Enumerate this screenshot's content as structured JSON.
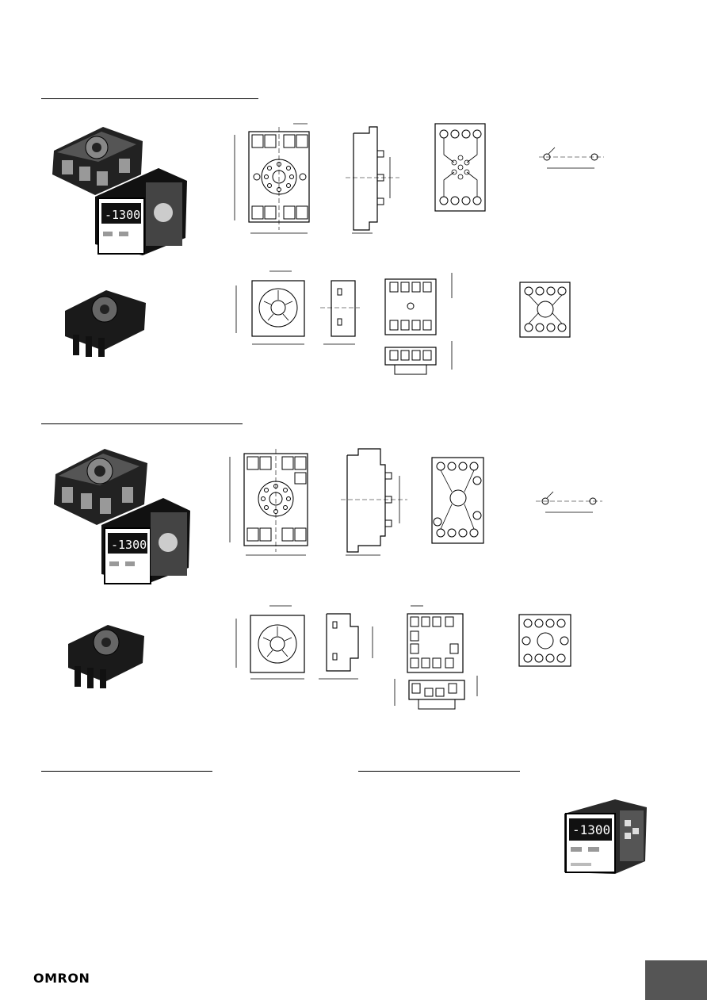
{
  "brand": {
    "logo_text": "OMRON"
  },
  "products": {
    "controller_display_1": "-1300",
    "controller_display_2": "-1300",
    "controller_display_3": "-1300"
  },
  "colors": {
    "ink": "#000000",
    "tab": "#555555",
    "paper": "#ffffff"
  }
}
